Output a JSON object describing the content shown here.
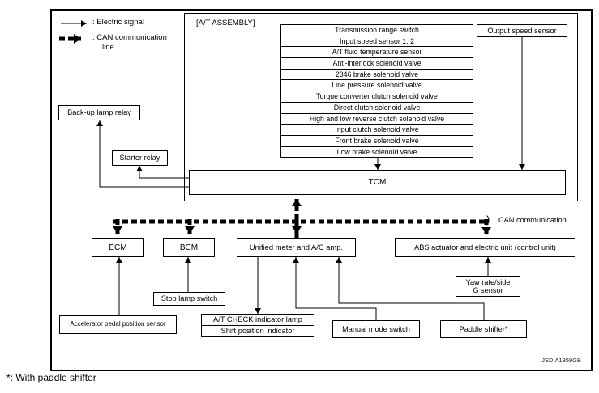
{
  "colors": {
    "ink": "#000000",
    "background": "#ffffff"
  },
  "legend": {
    "electric_label": ": Electric signal",
    "can_label_line1": ": CAN communication",
    "can_label_line2": "line"
  },
  "at_assembly": {
    "label": "[A/T ASSEMBLY]",
    "signals": [
      "Transmission range switch",
      "Input speed sensor 1, 2",
      "A/T fluid temperature sensor",
      "Anti-interlock solenoid valve",
      "2346 brake solenoid valve",
      "Line pressure solenoid valve",
      "Torque converter clutch solenoid valve",
      "Direct clutch solenoid valve",
      "High and low reverse clutch solenoid valve",
      "Input clutch solenoid valve",
      "Front brake solenoid valve",
      "Low brake solenoid valve"
    ]
  },
  "boxes": {
    "output_speed_sensor": "Output speed sensor",
    "backup_lamp_relay": "Back-up lamp relay",
    "starter_relay": "Starter relay",
    "tcm": "TCM",
    "ecm": "ECM",
    "bcm": "BCM",
    "unified_meter": "Unified meter and A/C amp.",
    "abs_unit": "ABS actuator and electric unit (control unit)",
    "stop_lamp_switch": "Stop lamp switch",
    "accelerator_pedal": "Accelerator pedal position sensor",
    "at_check_lamp": "A/T CHECK indicator lamp",
    "shift_position": "Shift position indicator",
    "manual_mode_switch": "Manual mode switch",
    "paddle_shifter": "Paddle shifter*",
    "yaw_sensor_line1": "Yaw rate/side",
    "yaw_sensor_line2": "G sensor"
  },
  "annotations": {
    "can_communication": "CAN communication",
    "can_bus_brace": ")",
    "figure_id": "JSDIA1359GB",
    "footnote": "*: With paddle shifter"
  }
}
